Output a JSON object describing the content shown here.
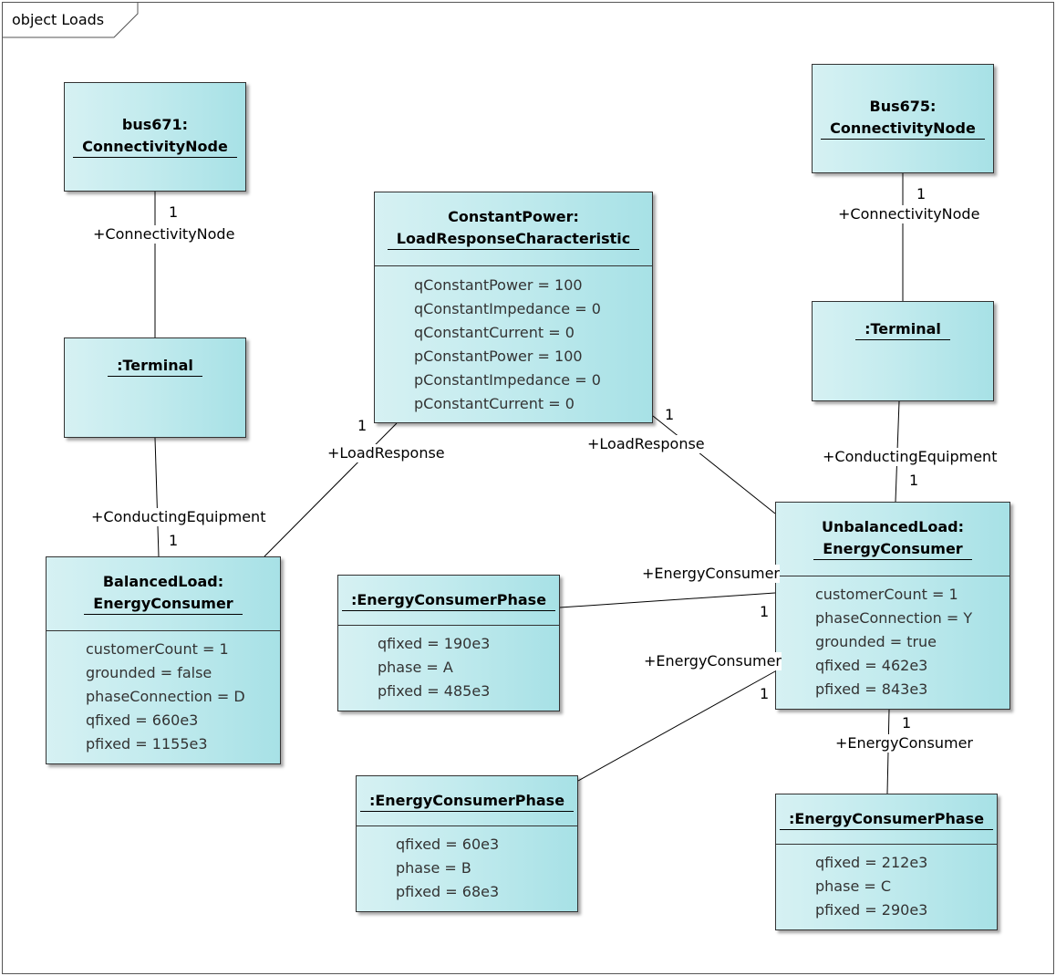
{
  "frame": {
    "title": "object Loads"
  },
  "objects": {
    "bus671": {
      "name": "bus671:",
      "type": "ConnectivityNode",
      "attributes": []
    },
    "bus675": {
      "name": "Bus675:",
      "type": "ConnectivityNode",
      "attributes": []
    },
    "terminal_left": {
      "name": ":Terminal",
      "attributes": []
    },
    "terminal_right": {
      "name": ":Terminal",
      "attributes": []
    },
    "constant_power": {
      "name": "ConstantPower:",
      "type": "LoadResponseCharacteristic",
      "attributes": [
        "qConstantPower = 100",
        "qConstantImpedance = 0",
        "qConstantCurrent = 0",
        "pConstantPower = 100",
        "pConstantImpedance = 0",
        "pConstantCurrent = 0"
      ]
    },
    "balanced_load": {
      "name": "BalancedLoad:",
      "type": "EnergyConsumer",
      "attributes": [
        "customerCount = 1",
        "grounded = false",
        "phaseConnection = D",
        "qfixed = 660e3",
        "pfixed = 1155e3"
      ]
    },
    "unbalanced_load": {
      "name": "UnbalancedLoad:",
      "type": "EnergyConsumer",
      "attributes": [
        "customerCount = 1",
        "phaseConnection = Y",
        "grounded = true",
        "qfixed = 462e3",
        "pfixed = 843e3"
      ]
    },
    "phase_a": {
      "name": ":EnergyConsumerPhase",
      "attributes": [
        "qfixed = 190e3",
        "phase = A",
        "pfixed = 485e3"
      ]
    },
    "phase_b": {
      "name": ":EnergyConsumerPhase",
      "attributes": [
        "qfixed = 60e3",
        "phase = B",
        "pfixed = 68e3"
      ]
    },
    "phase_c": {
      "name": ":EnergyConsumerPhase",
      "attributes": [
        "qfixed = 212e3",
        "phase = C",
        "pfixed = 290e3"
      ]
    }
  },
  "labels": {
    "bus671_mult": "1",
    "bus671_role": "+ConnectivityNode",
    "term_left_role": "+ConductingEquipment",
    "term_left_mult": "1",
    "lr_left_mult": "1",
    "lr_left_role": "+LoadResponse",
    "lr_right_mult": "1",
    "lr_right_role": "+LoadResponse",
    "bus675_mult": "1",
    "bus675_role": "+ConnectivityNode",
    "term_right_role": "+ConductingEquipment",
    "term_right_mult": "1",
    "ec_a_role": "+EnergyConsumer",
    "ec_a_mult": "1",
    "ec_b_role": "+EnergyConsumer",
    "ec_b_mult": "1",
    "ec_c_mult": "1",
    "ec_c_role": "+EnergyConsumer"
  }
}
